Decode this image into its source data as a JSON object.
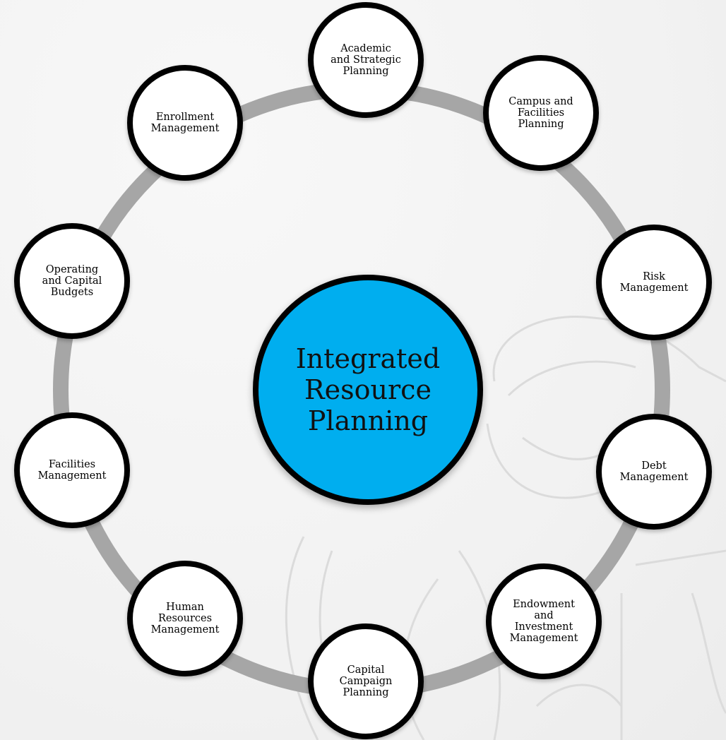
{
  "diagram": {
    "center": {
      "label": "Integrated\nResource\nPlanning",
      "fill": "#00aeef"
    },
    "ring_color": "#a6a6a6",
    "nodes": [
      {
        "id": "academic",
        "label": "Academic\nand Strategic\nPlanning"
      },
      {
        "id": "campus",
        "label": "Campus and\nFacilities\nPlanning"
      },
      {
        "id": "risk",
        "label": "Risk\nManagement"
      },
      {
        "id": "debt",
        "label": "Debt\nManagement"
      },
      {
        "id": "endowment",
        "label": "Endowment\nand\nInvestment\nManagement"
      },
      {
        "id": "capital-campaign",
        "label": "Capital\nCampaign\nPlanning"
      },
      {
        "id": "human-resources",
        "label": "Human\nResources\nManagement"
      },
      {
        "id": "facilities",
        "label": "Facilities\nManagement"
      },
      {
        "id": "budgets",
        "label": "Operating\nand Capital\nBudgets"
      },
      {
        "id": "enrollment",
        "label": "Enrollment\nManagement"
      }
    ]
  }
}
